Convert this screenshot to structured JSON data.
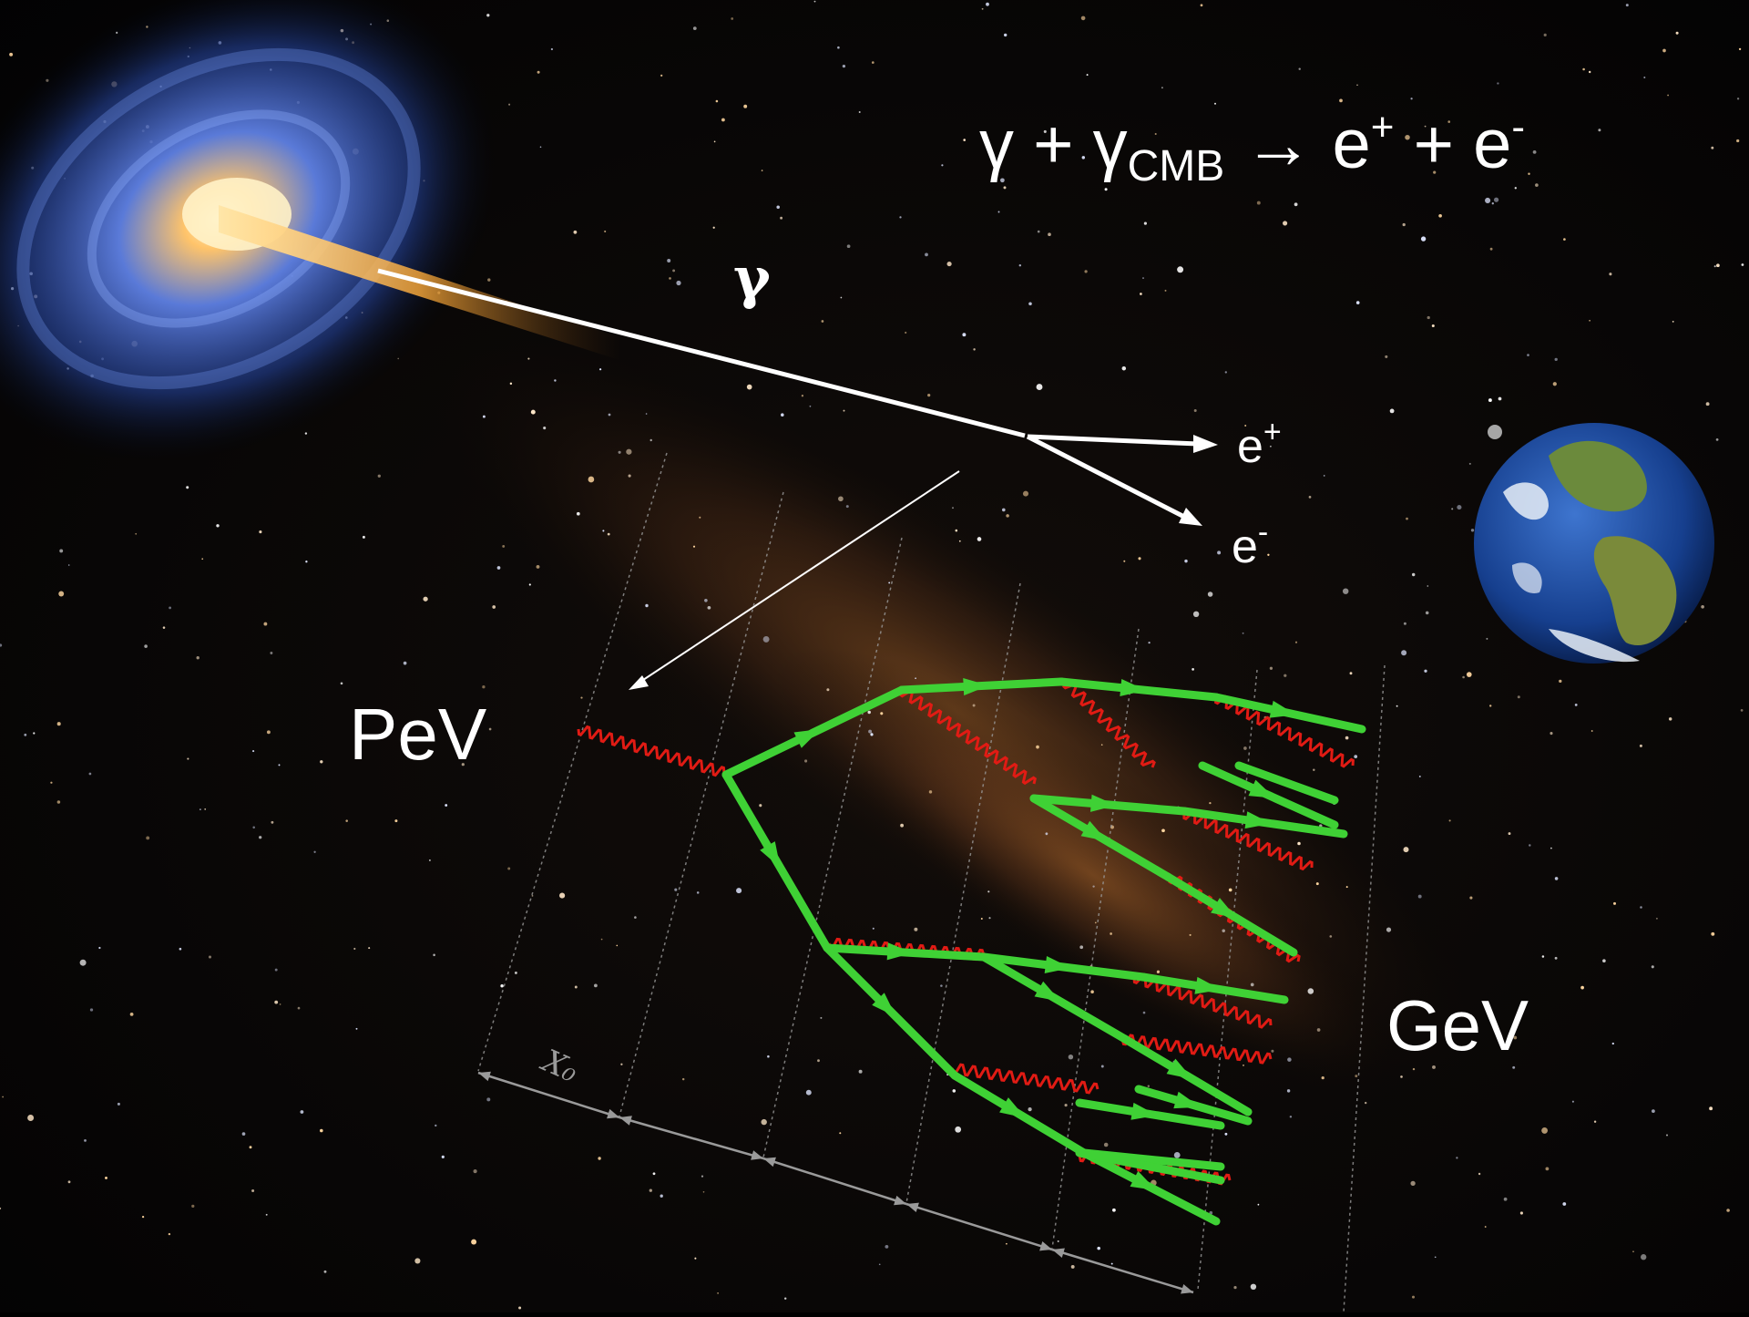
{
  "title": {
    "base": "γ + γ",
    "subscript": "CMB",
    "arrow": " → e",
    "sup1": "+",
    "middle": " + e",
    "sup2": "-"
  },
  "incoming_label": "γ",
  "pair_labels": {
    "positron_base": "e",
    "positron_sup": "+",
    "electron_base": "e",
    "electron_sup": "-"
  },
  "energy_labels": {
    "high": "PeV",
    "low": "GeV"
  },
  "step_label": "X₀",
  "icons": [
    "galaxy-icon",
    "earth-icon",
    "moon-icon",
    "milky-way-background"
  ],
  "colors": {
    "electron_lines": "#3fd135",
    "photon_lines": "#e11b14",
    "annotation": "#ffffff",
    "grid": "#9a9a9a"
  }
}
